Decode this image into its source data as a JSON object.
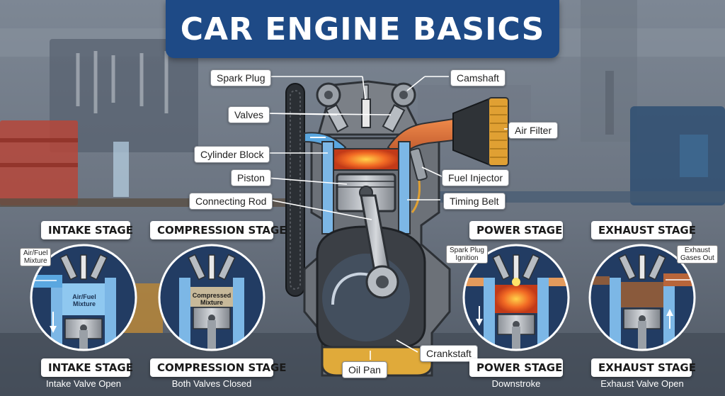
{
  "title": "CAR ENGINE BASICS",
  "labels": {
    "spark_plug": "Spark Plug",
    "camshaft": "Camshaft",
    "valves": "Valves",
    "air_filter": "Air Filter",
    "cylinder_block": "Cylinder Block",
    "piston": "Piston",
    "fuel_injector": "Fuel Injector",
    "connecting_rod": "Connecting Rod",
    "timing_belt": "Timing Belt",
    "crankshaft": "Crankstaft",
    "oil_pan": "Oil Pan"
  },
  "stages": [
    {
      "title": "INTAKE STAGE",
      "bottom_title": "INTAKE STAGE",
      "subtitle": "Intake Valve Open",
      "callout": "Air/Fuel\nMixture",
      "chamber_text": "Air/Fuel\nMixture",
      "piston_direction": "down"
    },
    {
      "title": "COMPRESSION STAGE",
      "bottom_title": "COMPRESSION STAGE",
      "subtitle": "Both Valves Closed",
      "callout": "",
      "chamber_text": "Compressed\nMixture",
      "piston_direction": "up"
    },
    {
      "title": "POWER STAGE",
      "bottom_title": "POWER STAGE",
      "subtitle": "Downstroke",
      "callout": "Spark Plug\nIgnition",
      "chamber_text": "",
      "piston_direction": "down"
    },
    {
      "title": "EXHAUST STAGE",
      "bottom_title": "EXHAUST STAGE",
      "subtitle": "Exhaust Valve Open",
      "callout": "Exhaust\nGases Out",
      "chamber_text": "",
      "piston_direction": "up"
    }
  ],
  "colors": {
    "title_bg": "#1e4a86",
    "intake_air": "#5aa7e0",
    "combustion": "#f06a2a",
    "oil": "#d9a43a",
    "exhaust": "#8a5a3c"
  }
}
